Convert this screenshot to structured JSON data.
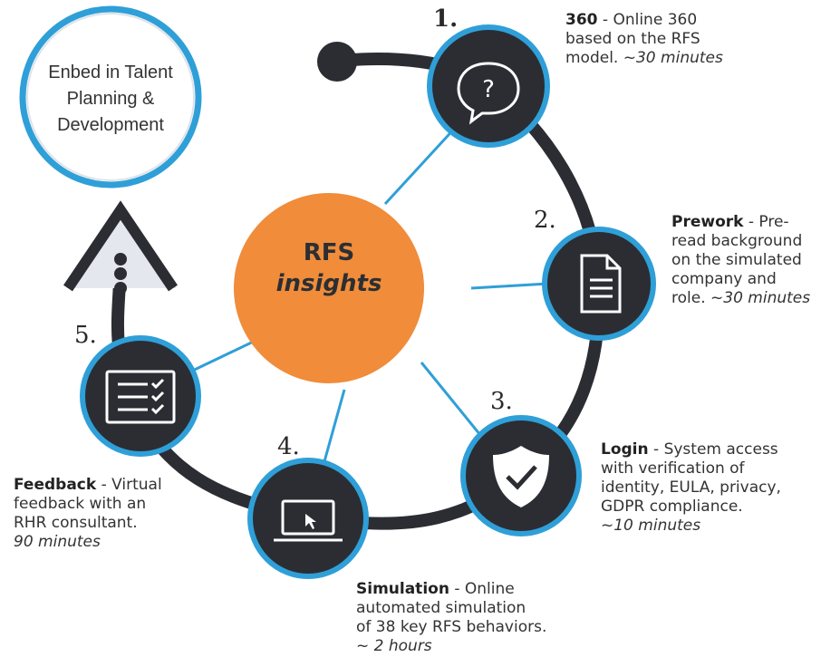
{
  "center": {
    "line1": "RFS",
    "line2": "insights"
  },
  "embed": {
    "line1": "Enbed in Talent",
    "line2": "Planning &",
    "line3": "Development"
  },
  "steps": [
    {
      "number": "1.",
      "title": "360",
      "sep": " - ",
      "text": [
        "Online 360",
        "based on the RFS",
        "model."
      ],
      "duration": "~30 minutes",
      "icon": "question-bubble-icon"
    },
    {
      "number": "2.",
      "title": "Prework",
      "sep": " - ",
      "text": [
        "Pre-",
        "read background",
        "on the simulated",
        "company and",
        "role."
      ],
      "duration": "~30 minutes",
      "icon": "document-icon"
    },
    {
      "number": "3.",
      "title": "Login",
      "sep": " - ",
      "text": [
        "System access",
        "with verification of",
        "identity, EULA, privacy,",
        "GDPR compliance."
      ],
      "duration": "~10 minutes",
      "icon": "shield-check-icon"
    },
    {
      "number": "4.",
      "title": "Simulation",
      "sep": " - ",
      "text": [
        "Online",
        "automated simulation",
        "of 38 key RFS behaviors."
      ],
      "duration": "~ 2 hours",
      "icon": "laptop-icon"
    },
    {
      "number": "5.",
      "title": "Feedback",
      "sep": " - ",
      "text": [
        "Virtual",
        "feedback with an",
        "RHR consultant."
      ],
      "duration": "90 minutes",
      "icon": "checklist-icon"
    }
  ],
  "colors": {
    "center": "#f08c3a",
    "ring_border": "#2f9fd8",
    "node_fill": "#2b2d33",
    "track": "#2b2d33",
    "spoke": "#2f9fd8"
  }
}
